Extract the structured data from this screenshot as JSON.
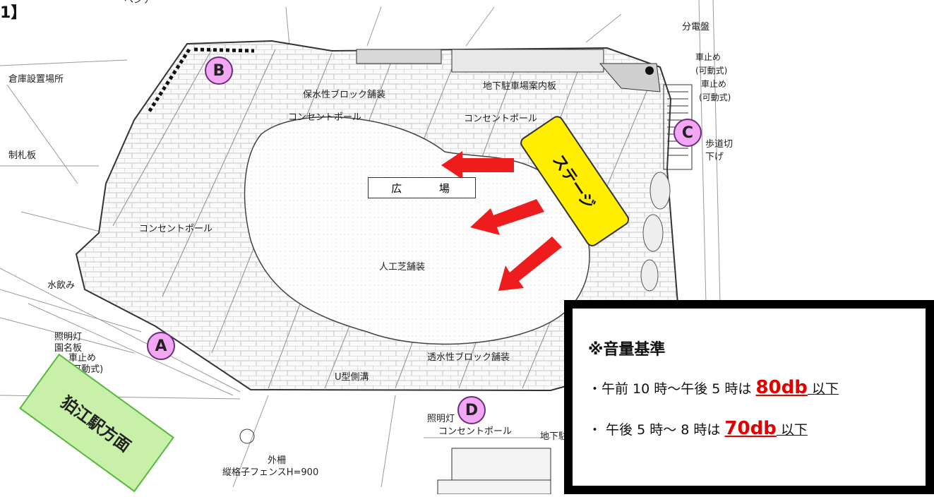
{
  "corner_label": "1】",
  "plan_labels": {
    "bench": "ベンチ",
    "warehouse": "倉庫設置場所",
    "sign_board": "制札板",
    "outlet_pole_left": "コンセントポール",
    "outlet_pole_top_left": "コンセントポール",
    "outlet_pole_top_right": "コンセントポール",
    "outlet_pole_bottom": "コンセントポール",
    "water_fountain": "水飲み",
    "light": "照明灯",
    "park_name_board": "園名板",
    "bollard_a": "車止め",
    "bollard_a_sub": "(可動式)",
    "block_top": "保水性ブロック舗装",
    "parking_sign": "地下駐車場案内板",
    "artificial_turf": "人工芝舗装",
    "permeable_block": "透水性ブロック舗装",
    "u_gutter": "U型側溝",
    "outer_fence": "外柵",
    "fence_spec": "縦格子フェンスH=900",
    "light_d": "照明灯",
    "underground": "地下駐",
    "distribution_board": "分電盤",
    "bollard_c1": "車止め",
    "bollard_c1_sub": "(可動式)",
    "bollard_c2": "車止め",
    "bollard_c2_sub": "(可動式)",
    "sidewalk_cut": "歩道切",
    "sidewalk_cut2": "下げ"
  },
  "plaza_label": "広 場",
  "stage_label": "ステージ",
  "markers": {
    "a": "A",
    "b": "B",
    "c": "C",
    "d": "D"
  },
  "direction_label": "狛江駅方面",
  "volume_box": {
    "title": "※音量基準",
    "line1_prefix": "・午前 10 時～午後 5 時は ",
    "line1_value": "80db",
    "line1_suffix": " 以下",
    "line2_prefix": "・ 午後 5 時～ 8 時は ",
    "line2_value": "70db",
    "line2_suffix": " 以下"
  },
  "colors": {
    "arrow": "#ee1c1c",
    "stage": "#ffee00",
    "marker": "#f2a6f4",
    "direction_box": "#c8f0a8",
    "limit_value": "#e00000"
  }
}
